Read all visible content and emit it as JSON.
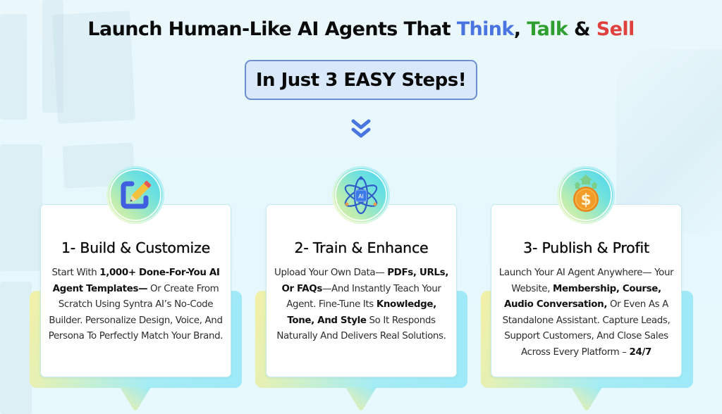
{
  "headline": {
    "prefix": "Launch Human-Like AI Agents That ",
    "word1": "Think",
    "sep1": ", ",
    "word2": "Talk",
    "sep2": " & ",
    "word3": "Sell"
  },
  "subheadline": "In Just 3 EASY Steps!",
  "colors": {
    "think": "#4a74e0",
    "talk": "#2fa02f",
    "sell": "#e0413d",
    "badge_bg": "#d9e8fb",
    "badge_border": "#6d8fd0",
    "chevron": "#4a74e0"
  },
  "icons": {
    "divider": "double-chevron-down-icon",
    "step1": "edit-pencil-icon",
    "step2": "ai-atom-icon",
    "step3": "dollar-coin-growth-icon"
  },
  "steps": [
    {
      "title": "1- Build & Customize",
      "body": [
        {
          "t": "Start With ",
          "b": false
        },
        {
          "t": "1,000+ Done-For-You AI Agent Templates—",
          "b": true
        },
        {
          "t": " Or Create From Scratch Using Syntra AI’s No-Code Builder. Personalize Design, Voice, And Persona To Perfectly Match Your Brand.",
          "b": false
        }
      ]
    },
    {
      "title": "2- Train & Enhance",
      "body": [
        {
          "t": "Upload Your Own Data— ",
          "b": false
        },
        {
          "t": "PDFs, URLs, Or FAQs",
          "b": true
        },
        {
          "t": "—And Instantly Teach Your Agent. Fine-Tune Its ",
          "b": false
        },
        {
          "t": "Knowledge, Tone, And Style",
          "b": true
        },
        {
          "t": " So It Responds Naturally And Delivers Real Solutions.",
          "b": false
        }
      ]
    },
    {
      "title": "3- Publish & Profit",
      "body": [
        {
          "t": "Launch Your AI Agent Anywhere— Your Website, ",
          "b": false
        },
        {
          "t": "Membership, Course, Audio Conversation,",
          "b": true
        },
        {
          "t": " Or Even As A Standalone Assistant. Capture Leads, Support Customers, And Close Sales Across Every Platform – ",
          "b": false
        },
        {
          "t": "24/7",
          "b": true
        }
      ]
    }
  ]
}
